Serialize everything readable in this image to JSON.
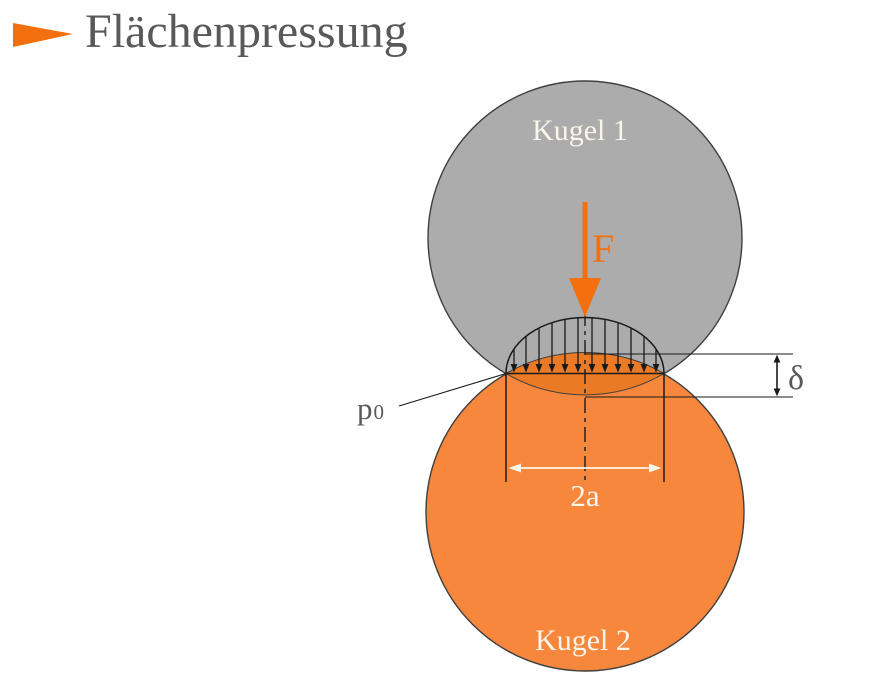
{
  "title": "Flächenpressung",
  "labels": {
    "sphere1": "Kugel 1",
    "sphere2": "Kugel 2",
    "force": "F",
    "peak_pressure_base": "p",
    "peak_pressure_sub": "0",
    "contact_width": "2a",
    "approach": "δ"
  },
  "colors": {
    "background": "#ffffff",
    "title-text": "#595959",
    "accent-orange": "#f4700e",
    "sphere1-fill": "#acacac",
    "sphere2-fill": "#f6873c",
    "overlap-fill": "#ea7a26",
    "outline": "#3f3f3f",
    "line": "#1a1a1a",
    "light-text": "#fbf6ec",
    "gray-text": "#5a5a5a"
  }
}
